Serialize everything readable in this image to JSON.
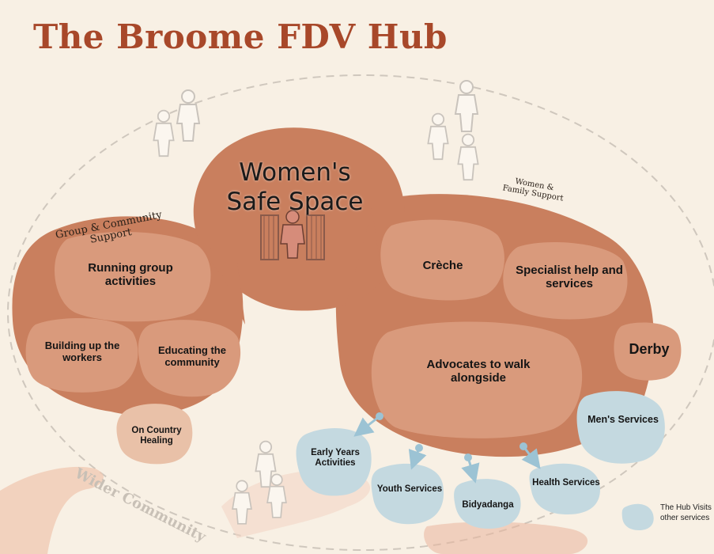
{
  "title": "The Broome FDV Hub",
  "colors": {
    "title": "#a8482a",
    "hub_blob": "#c97f5e",
    "inner_blob": "#d99a7c",
    "outreach_blob": "#c4d9e0",
    "arrow": "#9cc3d4",
    "figure_outline": "#c9c3bc",
    "background": "#f8f0e4"
  },
  "center": {
    "label": "Women's Safe Space",
    "icon": "woman-in-doorway-icon"
  },
  "group_community": {
    "label": "Group & Community Support",
    "items": [
      "Running group activities",
      "Building up the workers",
      "Educating the community"
    ],
    "extra": "On Country Healing"
  },
  "women_family": {
    "label": "Women & Family Support",
    "items": [
      "Crèche",
      "Specialist help and services",
      "Advocates to walk alongside"
    ],
    "extra": "Derby"
  },
  "outreach": [
    "Early Years Activities",
    "Youth Services",
    "Bidyadanga",
    "Health Services",
    "Men's Services"
  ],
  "wider_label": "Wider Community",
  "legend": {
    "text": "The Hub Visits other services"
  }
}
